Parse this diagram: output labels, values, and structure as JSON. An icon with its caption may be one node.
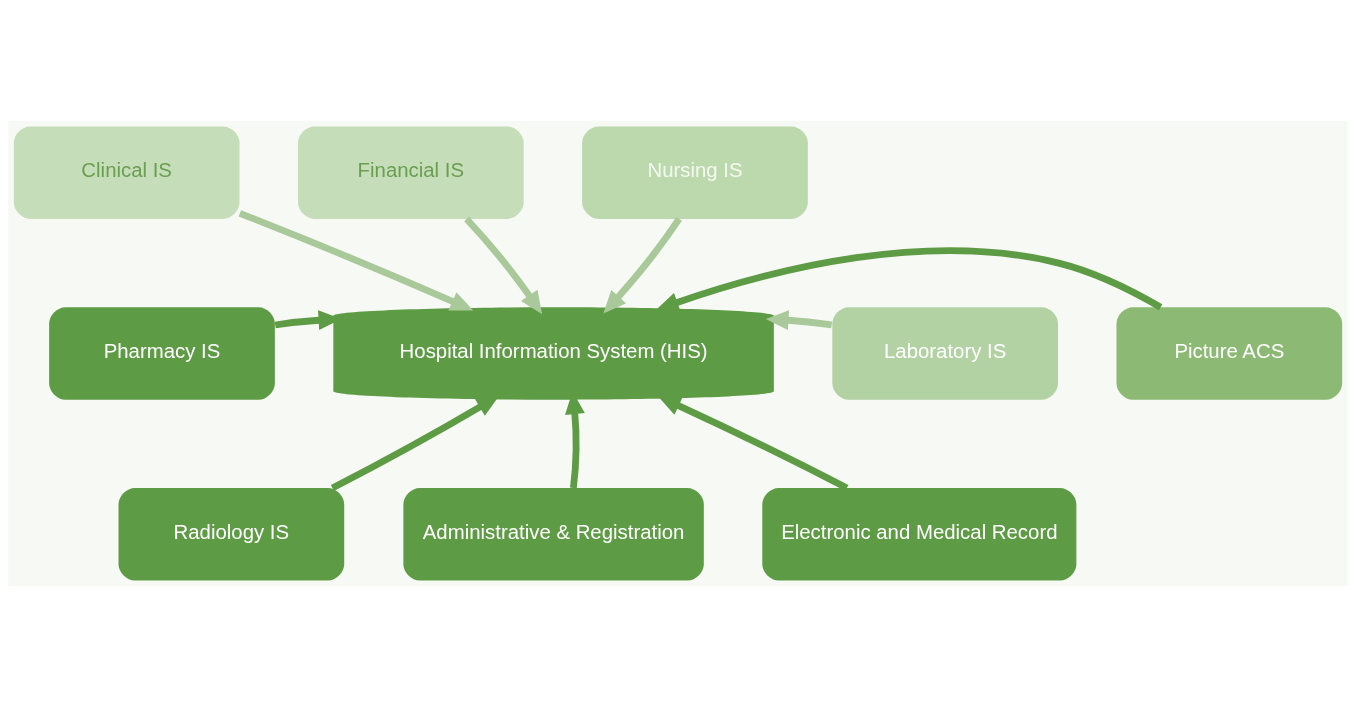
{
  "diagram": {
    "nodes": [
      {
        "text": [
          "Clinical IS"
        ]
      },
      {
        "text": [
          "Financial IS"
        ]
      },
      {
        "text": [
          "Nursing IS"
        ]
      },
      {
        "text": [
          "Laboratory IS"
        ]
      },
      {
        "text": [
          "Pharmacy IS"
        ]
      },
      {
        "text": [
          "Hospital Information System (HIS)"
        ]
      },
      {
        "text": [
          "Picture ACS"
        ]
      },
      {
        "text": [
          "Radiology IS"
        ]
      },
      {
        "text": [
          "Administrative & Registration"
        ]
      },
      {
        "text": [
          "Electronic and Medical Record"
        ]
      }
    ],
    "edges": [
      {
        "from": 0,
        "to": 5,
        "arrow": "to",
        "color": "#a9c99a"
      },
      {
        "from": 1,
        "to": 5,
        "arrow": "to",
        "color": "#a9c99a"
      },
      {
        "from": 2,
        "to": 5,
        "arrow": "to",
        "color": "#a9c99a"
      },
      {
        "from": 3,
        "to": 5,
        "arrow": "to",
        "color": "#a9c99a"
      },
      {
        "from": 4,
        "to": 5,
        "arrow": "to"
      },
      {
        "from": 6,
        "to": 5,
        "arrow": "to"
      },
      {
        "from": 7,
        "to": 5,
        "arrow": "to"
      },
      {
        "from": 8,
        "to": 5,
        "arrow": "to"
      },
      {
        "from": 9,
        "to": 5,
        "arrow": "to"
      }
    ]
  }
}
